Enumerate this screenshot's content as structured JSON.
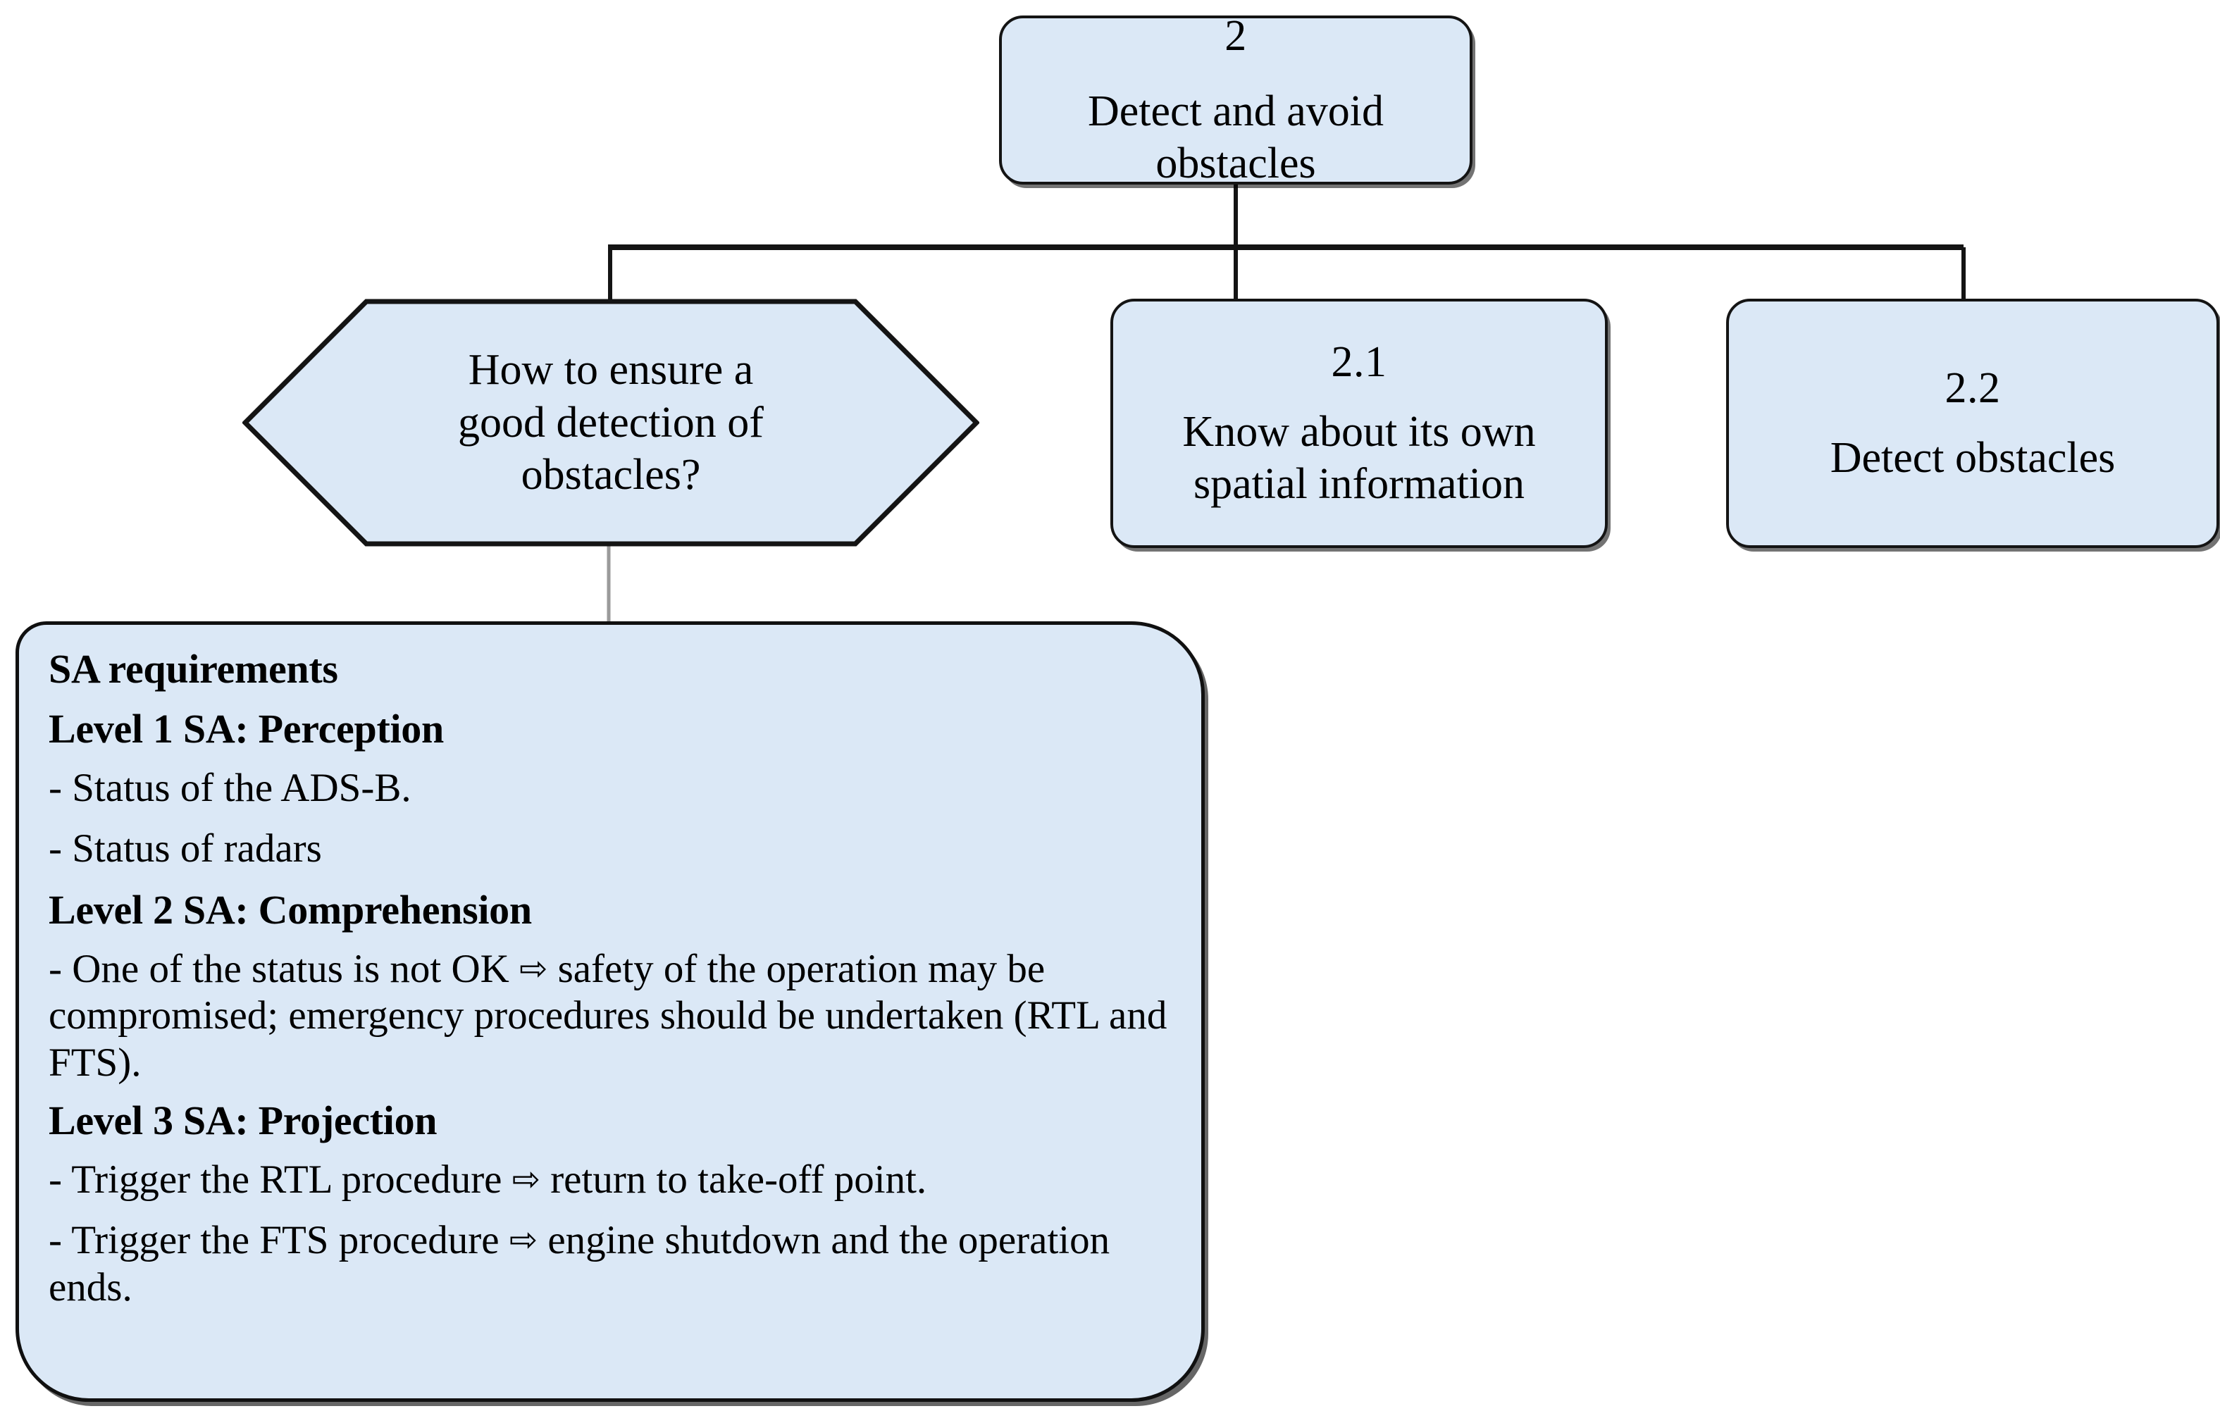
{
  "diagram": {
    "title": "Detect and avoid obstacles — situation awareness requirements",
    "colors": {
      "node_fill": "#dbe8f6",
      "node_stroke": "#141414",
      "connector": "#141414",
      "connector_light": "#9a9a9a",
      "background": "#ffffff",
      "text": "#000000"
    }
  },
  "nodes": {
    "root": {
      "id": "2",
      "label": "Detect and avoid\nobstacles",
      "shape": "rounded-rectangle"
    },
    "question": {
      "label": "How to ensure a\ngood detection of\nobstacles?",
      "shape": "hexagon"
    },
    "child_21": {
      "id": "2.1",
      "label": "Know about its own\nspatial information",
      "shape": "rounded-rectangle"
    },
    "child_22": {
      "id": "2.2",
      "label": "Detect obstacles",
      "shape": "rounded-rectangle"
    }
  },
  "sa_panel": {
    "title": "SA requirements",
    "level1": {
      "heading": "Level 1 SA: Perception",
      "items": [
        "- Status of the ADS-B.",
        "- Status of radars"
      ]
    },
    "level2": {
      "heading": "Level 2 SA: Comprehension",
      "items": [
        {
          "before": "- One of the status is not OK ",
          "arrow": "⇨",
          "after": " safety of the operation may be compromised; emergency procedures should be undertaken (RTL and FTS)."
        }
      ]
    },
    "level3": {
      "heading": "Level 3 SA: Projection",
      "items": [
        {
          "before": "- Trigger the RTL procedure ",
          "arrow": "⇨",
          "after": " return to take-off point."
        },
        {
          "before": "- Trigger the FTS procedure ",
          "arrow": "⇨",
          "after": " engine shutdown and the operation ends."
        }
      ]
    }
  }
}
